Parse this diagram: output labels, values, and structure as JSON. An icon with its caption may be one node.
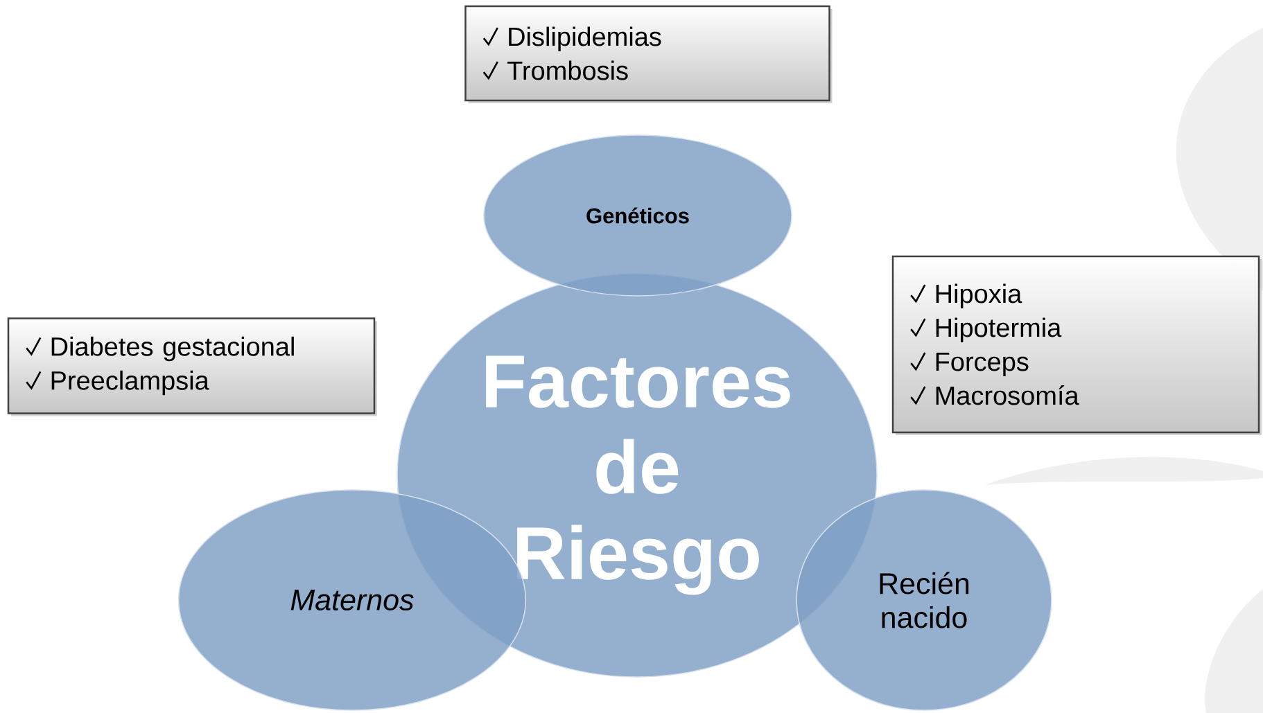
{
  "diagram": {
    "nodes": [
      {
        "text": [
          "Dislipidemias",
          "Trombosis"
        ]
      },
      {
        "text": [
          "Genéticos"
        ]
      },
      {
        "text": [
          "Factores de Riesgo"
        ]
      },
      {
        "text": [
          "Maternos"
        ]
      },
      {
        "text": [
          "Recién nacido"
        ]
      },
      {
        "text": [
          "Diabetes gestacional",
          "Preeclampsia"
        ]
      },
      {
        "text": [
          "Hipoxia",
          "Hipotermia",
          "Forceps",
          "Macrosomía"
        ]
      }
    ]
  }
}
